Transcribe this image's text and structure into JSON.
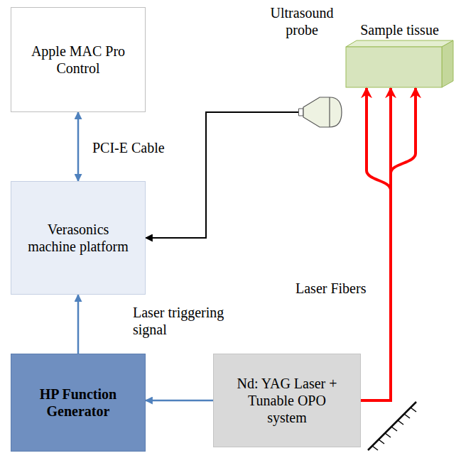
{
  "diagram": {
    "nodes": [
      {
        "text": [
          "Apple MAC Pro Control"
        ]
      },
      {
        "text": [
          "Verasonics machine platform"
        ]
      },
      {
        "text": [
          "Ultrasound probe"
        ]
      },
      {
        "text": [
          "Sample tissue"
        ]
      },
      {
        "text": [
          "HP Function Generator"
        ]
      },
      {
        "text": [
          "Nd: YAG Laser + Tunable OPO system"
        ]
      }
    ],
    "edges": [
      {
        "from": 0,
        "to": 1,
        "arrow": "both",
        "label": "PCI-E Cable"
      },
      {
        "from": 2,
        "to": 1,
        "arrow": "to"
      },
      {
        "from": 4,
        "to": 1,
        "arrow": "to"
      },
      {
        "from": 5,
        "to": 4,
        "arrow": "to"
      },
      {
        "from": 5,
        "to": 3,
        "arrow": "to",
        "label": "Laser Fibers"
      }
    ],
    "labels": [
      "Laser triggering signal"
    ]
  }
}
